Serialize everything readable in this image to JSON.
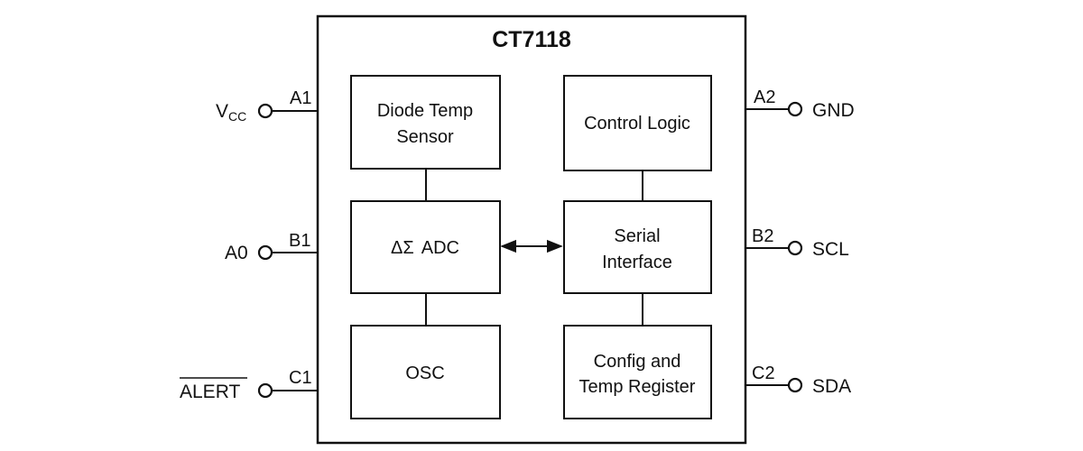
{
  "chip": {
    "title": "CT7118"
  },
  "blocks": {
    "diode_sensor": {
      "line1": "Diode Temp",
      "line2": "Sensor"
    },
    "control_logic": {
      "label": "Control Logic"
    },
    "adc": {
      "symbol": "ΔΣ",
      "label": "ADC"
    },
    "serial": {
      "line1": "Serial",
      "line2": "Interface"
    },
    "osc": {
      "label": "OSC"
    },
    "config": {
      "line1": "Config and",
      "line2": "Temp Register"
    }
  },
  "pins": {
    "left": [
      {
        "id": "A1",
        "signal": "V",
        "signal_sub": "CC"
      },
      {
        "id": "B1",
        "signal": "A0"
      },
      {
        "id": "C1",
        "signal": "ALERT",
        "overline": true
      }
    ],
    "right": [
      {
        "id": "A2",
        "signal": "GND"
      },
      {
        "id": "B2",
        "signal": "SCL"
      },
      {
        "id": "C2",
        "signal": "SDA"
      }
    ]
  }
}
